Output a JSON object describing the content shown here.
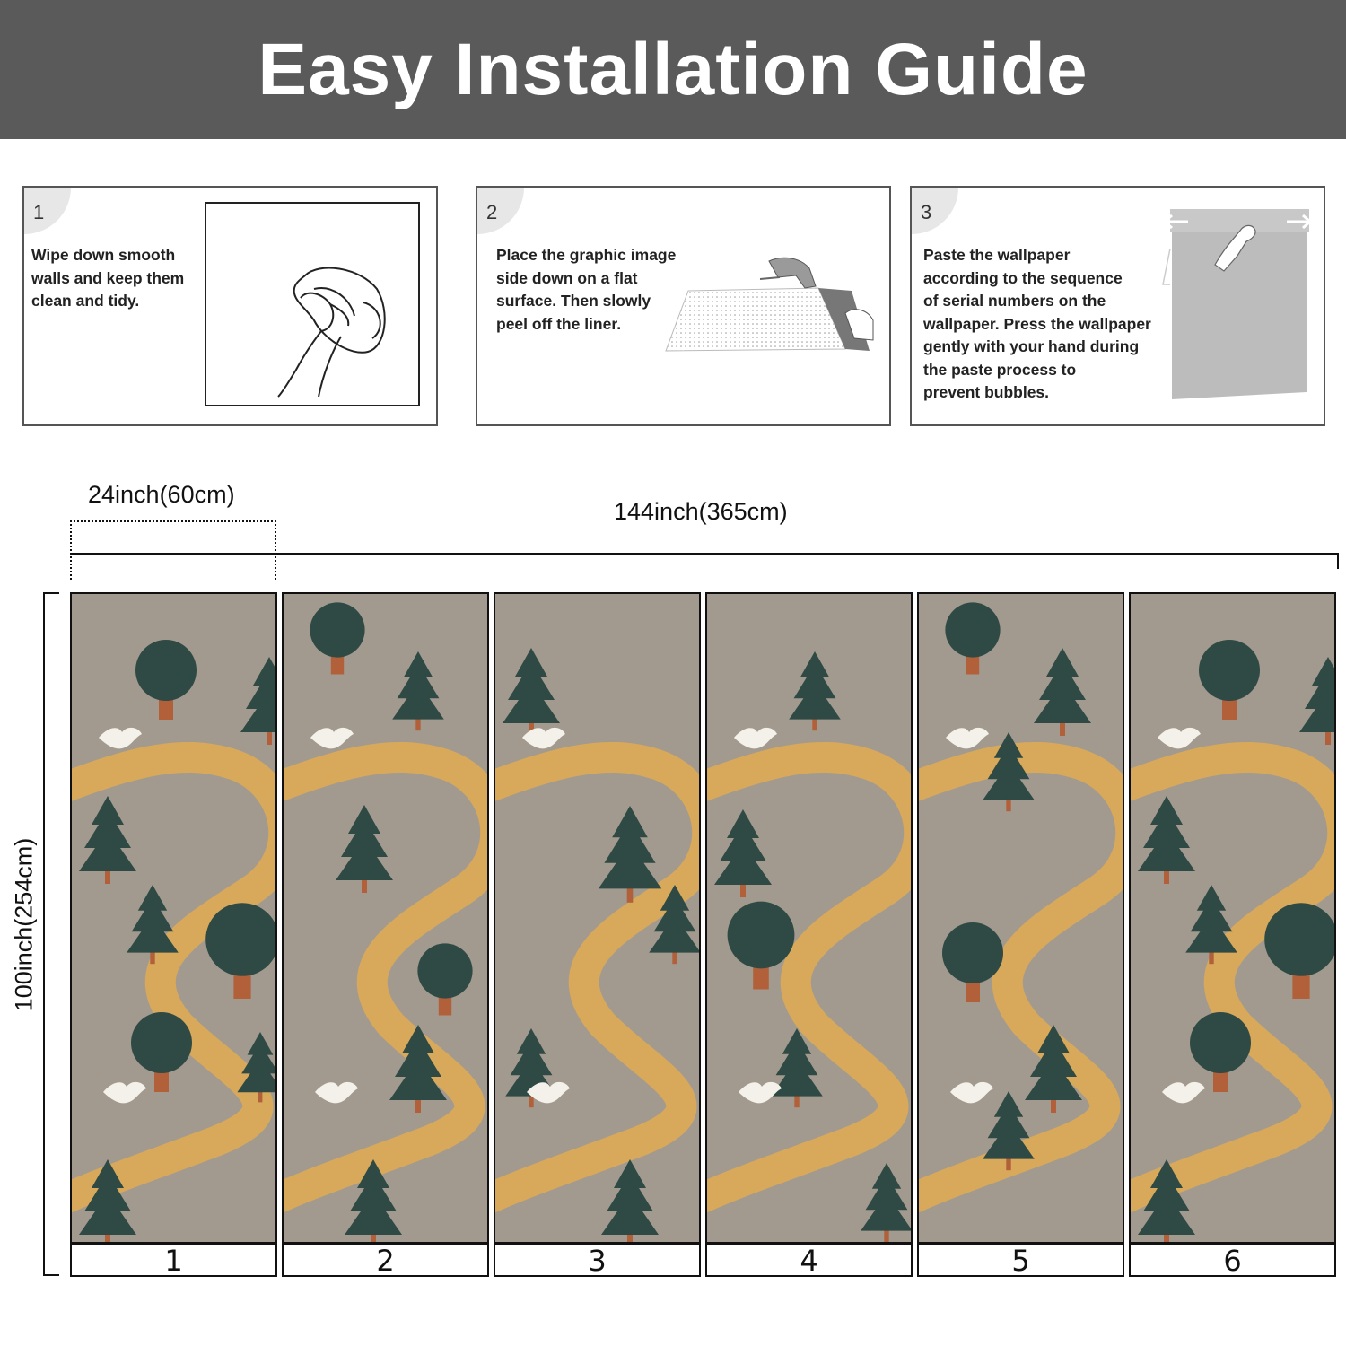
{
  "header": {
    "title": "Easy Installation Guide"
  },
  "steps": [
    {
      "number": "1",
      "text": "Wipe down  smooth\nwalls  and keep them\nclean and tidy.",
      "icon": "wipe-cloth-icon"
    },
    {
      "number": "2",
      "text": "Place the graphic image\nside down on a flat\nsurface. Then slowly\npeel off the liner.",
      "icon": "peel-liner-icon"
    },
    {
      "number": "3",
      "text": "Paste the wallpaper\naccording to the sequence\nof serial numbers on the\nwallpaper. Press the wallpaper\ngently with your hand during\nthe paste process to\nprevent bubbles.",
      "icon": "paste-wallpaper-icon"
    }
  ],
  "dimensions": {
    "panel_width": "24inch(60cm)",
    "total_width": "144inch(365cm)",
    "height": "100inch(254cm)"
  },
  "panels": [
    "1",
    "2",
    "3",
    "4",
    "5",
    "6"
  ],
  "colors": {
    "banner": "#5a5a5a",
    "wallpaper_bg": "#a39a8f",
    "path": "#d8a95a",
    "tree": "#2f4a44",
    "trunk": "#b1603a"
  }
}
